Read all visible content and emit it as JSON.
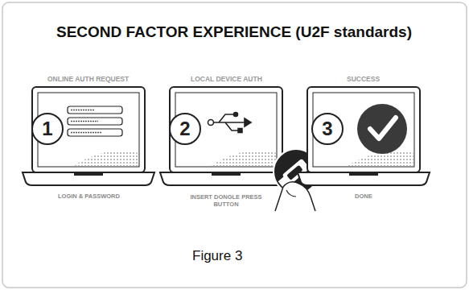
{
  "diagram": {
    "title": "SECOND FACTOR EXPERIENCE (U2F standards)",
    "caption": "Figure 3",
    "nodes": [
      {
        "text": [
          "1"
        ]
      },
      {
        "text": [
          "2"
        ]
      },
      {
        "text": [
          "3"
        ]
      }
    ],
    "labels": [
      "ONLINE AUTH REQUEST",
      "LOCAL DEVICE AUTH",
      "SUCCESS",
      "LOGIN & PASSWORD",
      "INSERT DONGLE PRESS BUTTON",
      "DONE"
    ]
  }
}
